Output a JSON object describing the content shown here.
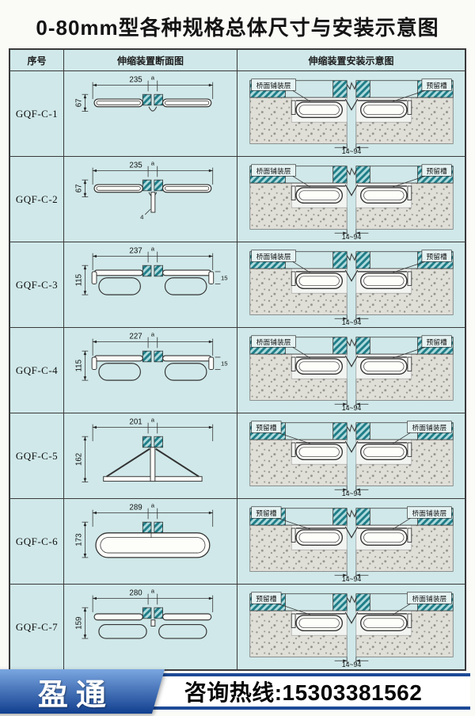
{
  "title": "0-80mm型各种规格总体尺寸与安装示意图",
  "table": {
    "headers": [
      "序号",
      "伸缩装置断面图",
      "伸缩装置安装示意图"
    ],
    "rows": [
      {
        "model": "GQF-C-1",
        "cross_section": {
          "top_dim": "235",
          "side_dim": "67",
          "gap_label": "a",
          "extra_dim": "",
          "extra_pos": "",
          "shape": "flat"
        },
        "installation": {
          "left_label": "桥面铺装层",
          "right_label": "预留槽",
          "range_dim": "14~94"
        }
      },
      {
        "model": "GQF-C-2",
        "cross_section": {
          "top_dim": "235",
          "side_dim": "67",
          "gap_label": "a",
          "extra_dim": "4",
          "extra_pos": "bottom",
          "shape": "flat"
        },
        "installation": {
          "left_label": "桥面铺装层",
          "right_label": "预留槽",
          "range_dim": "14~94"
        }
      },
      {
        "model": "GQF-C-3",
        "cross_section": {
          "top_dim": "237",
          "side_dim": "115",
          "gap_label": "a",
          "extra_dim": "15",
          "extra_pos": "right",
          "shape": "loop"
        },
        "installation": {
          "left_label": "桥面铺装层",
          "right_label": "预留槽",
          "range_dim": "14~94"
        }
      },
      {
        "model": "GQF-C-4",
        "cross_section": {
          "top_dim": "227",
          "side_dim": "115",
          "gap_label": "a",
          "extra_dim": "15",
          "extra_pos": "right",
          "shape": "loop"
        },
        "installation": {
          "left_label": "桥面铺装层",
          "right_label": "预留槽",
          "range_dim": "14~94"
        }
      },
      {
        "model": "GQF-C-5",
        "cross_section": {
          "top_dim": "201",
          "side_dim": "162",
          "gap_label": "a",
          "extra_dim": "",
          "extra_pos": "",
          "shape": "tri"
        },
        "installation": {
          "left_label": "预留槽",
          "right_label": "桥面铺装层",
          "range_dim": "14~94"
        }
      },
      {
        "model": "GQF-C-6",
        "cross_section": {
          "top_dim": "289",
          "side_dim": "173",
          "gap_label": "a",
          "extra_dim": "",
          "extra_pos": "",
          "shape": "round"
        },
        "installation": {
          "left_label": "预留槽",
          "right_label": "桥面铺装层",
          "range_dim": "14~94"
        }
      },
      {
        "model": "GQF-C-7",
        "cross_section": {
          "top_dim": "280",
          "side_dim": "159",
          "gap_label": "a",
          "extra_dim": "",
          "extra_pos": "",
          "shape": "flat2"
        },
        "installation": {
          "left_label": "预留槽",
          "right_label": "桥面铺装层",
          "range_dim": "14~94"
        }
      }
    ]
  },
  "footer": {
    "brand": "盈通",
    "hotline_label": "咨询热线:",
    "hotline_number": "15303381562"
  },
  "colors": {
    "cell_bg": "#d0e8e9",
    "border": "#3a3a3a",
    "hatch_teal": "#1f7e88",
    "hatch_bg": "#aedadd",
    "concrete_bg": "#dfded7",
    "concrete_dot": "#92928a",
    "footer_blue": "#1d4a97",
    "brand_gradient_top": "#7aa6e0",
    "brand_gradient_bottom": "#123f8f"
  }
}
